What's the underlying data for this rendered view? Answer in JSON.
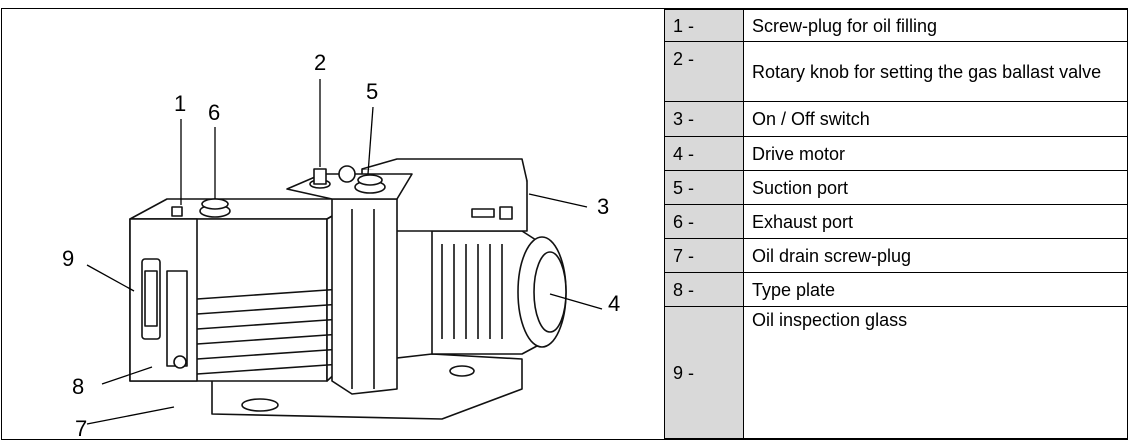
{
  "figure": {
    "callouts": [
      "1",
      "2",
      "3",
      "4",
      "5",
      "6",
      "7",
      "8",
      "9"
    ]
  },
  "legend": {
    "rows": [
      {
        "number": "1 -",
        "description": "Screw-plug for oil filling"
      },
      {
        "number": "2 -",
        "description": "Rotary knob for setting the gas ballast valve"
      },
      {
        "number": "3 -",
        "description": "On / Off switch"
      },
      {
        "number": "4 -",
        "description": "Drive motor"
      },
      {
        "number": "5 -",
        "description": "Suction port"
      },
      {
        "number": "6 -",
        "description": "Exhaust port"
      },
      {
        "number": "7 -",
        "description": "Oil drain screw-plug"
      },
      {
        "number": "8 -",
        "description": "Type plate"
      },
      {
        "number": "9 -",
        "description": "Oil inspection glass"
      }
    ]
  },
  "colors": {
    "number_cell_bg": "#d9d9d9",
    "border": "#000000"
  },
  "icons": [
    "vacuum-pump-illustration"
  ]
}
